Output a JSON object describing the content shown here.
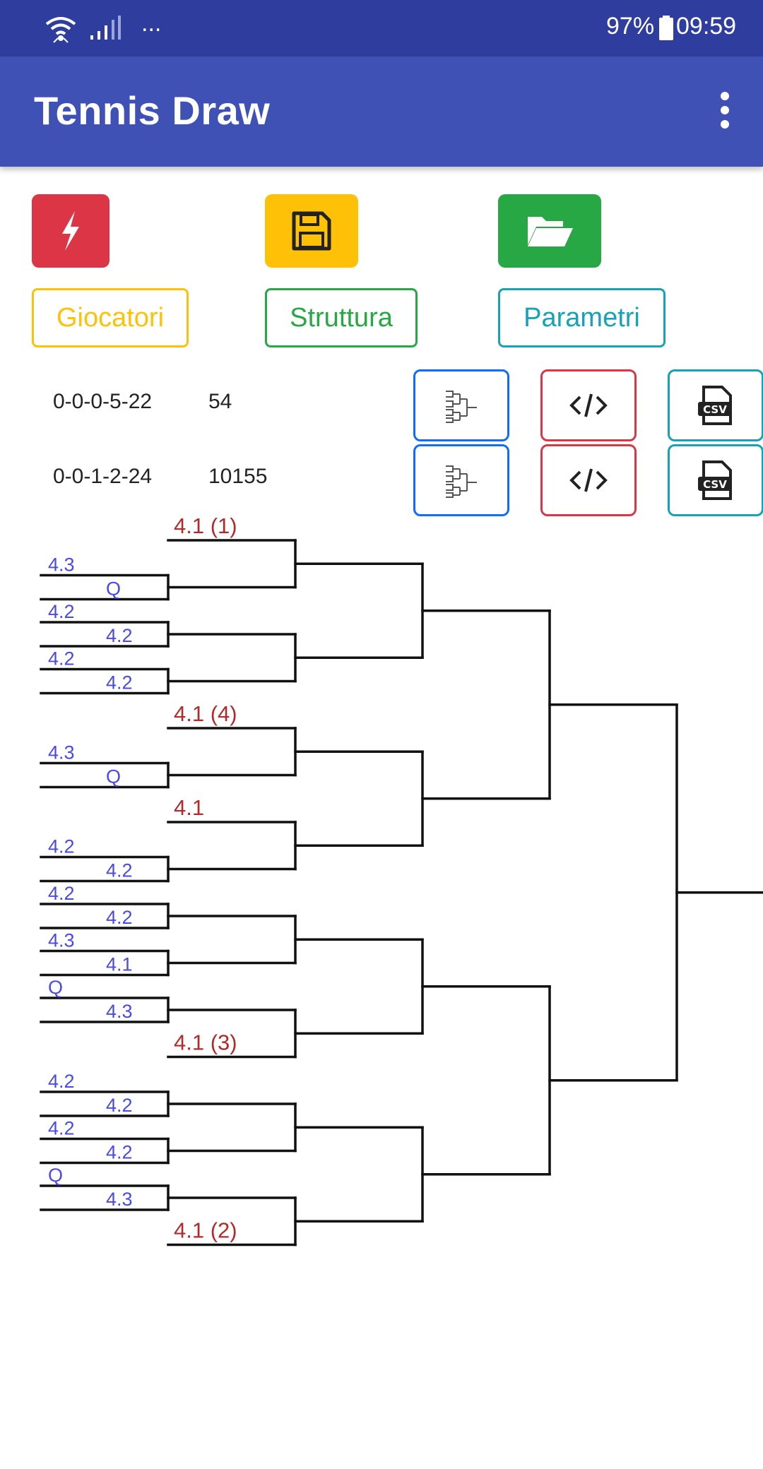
{
  "status_bar": {
    "battery": "97%",
    "time": "09:59",
    "dots": "..."
  },
  "app": {
    "title": "Tennis Draw"
  },
  "tabs": {
    "giocatori": "Giocatori",
    "struttura": "Struttura",
    "parametri": "Parametri"
  },
  "colors": {
    "status_bar": "#2f3e9e",
    "app_bar": "#3f51b5",
    "danger": "#dc3545",
    "warning": "#ffc107",
    "success": "#28a745",
    "info": "#17a2b8",
    "primary": "#0d6efd",
    "seed_label": "#b22a2a",
    "player_label": "#4a4ae6"
  },
  "codes": [
    {
      "code": "0-0-0-5-22",
      "value": "54"
    },
    {
      "code": "0-0-1-2-24",
      "value": "10155"
    }
  ],
  "draw": {
    "round1": [
      [
        "4.3",
        "Q"
      ],
      [
        "4.2",
        "4.2"
      ],
      [
        "4.2",
        "4.2"
      ],
      [
        "4.3",
        "Q"
      ],
      [
        "4.2",
        "4.2"
      ],
      [
        "4.2",
        "4.2"
      ],
      [
        "4.3",
        "4.1"
      ],
      [
        "Q",
        "4.3"
      ],
      [
        "4.2",
        "4.2"
      ],
      [
        "4.2",
        "4.2"
      ],
      [
        "Q",
        "4.3"
      ]
    ],
    "byes": [
      "4.1 (1)",
      "4.1 (4)",
      "4.1",
      "4.1 (3)",
      "4.1 (2)"
    ]
  }
}
